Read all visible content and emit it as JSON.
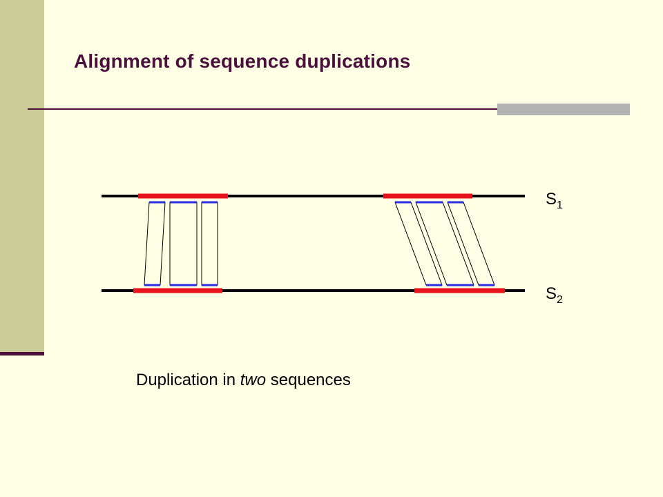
{
  "slide": {
    "title": "Alignment of sequence duplications",
    "caption_before": "Duplication in ",
    "caption_emphasis": "two",
    "caption_after": " sequences"
  },
  "sequences": [
    {
      "label": "S",
      "subscript": "1"
    },
    {
      "label": "S",
      "subscript": "2"
    }
  ],
  "colors": {
    "background": "#FFFFE5",
    "side_bar": "#CCCC99",
    "title": "#4B0F3B",
    "rule_accent": "#B2B2B2",
    "sequence_line": "#000000",
    "duplication_segment": "#E8141B",
    "aligned_block_edge": "#2B2BE0"
  },
  "diagram": {
    "left_duplication": "three aligned blocks, near-vertical (direct)",
    "right_duplication": "three aligned blocks, slanted (shifted)"
  }
}
